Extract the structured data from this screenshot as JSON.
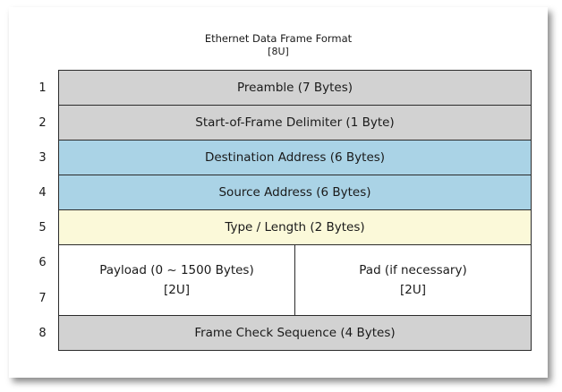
{
  "title": "Ethernet Data Frame Format",
  "subtitle": "[8U]",
  "colors": {
    "gray": "#d2d2d2",
    "blue": "#aad3e6",
    "yellow": "#fbf9d9",
    "white": "#ffffff",
    "border": "#2b2b2b"
  },
  "rows": [
    {
      "num": "1",
      "label": "Preamble (7 Bytes)"
    },
    {
      "num": "2",
      "label": "Start-of-Frame Delimiter (1 Byte)"
    },
    {
      "num": "3",
      "label": "Destination Address (6 Bytes)"
    },
    {
      "num": "4",
      "label": "Source Address (6 Bytes)"
    },
    {
      "num": "5",
      "label": "Type / Length (2 Bytes)"
    },
    {
      "num_top": "6",
      "num_bottom": "7",
      "left_label": "Payload (0 ~ 1500 Bytes)",
      "left_tag": "[2U]",
      "right_label": "Pad (if necessary)",
      "right_tag": "[2U]"
    },
    {
      "num": "8",
      "label": "Frame Check Sequence (4 Bytes)"
    }
  ]
}
